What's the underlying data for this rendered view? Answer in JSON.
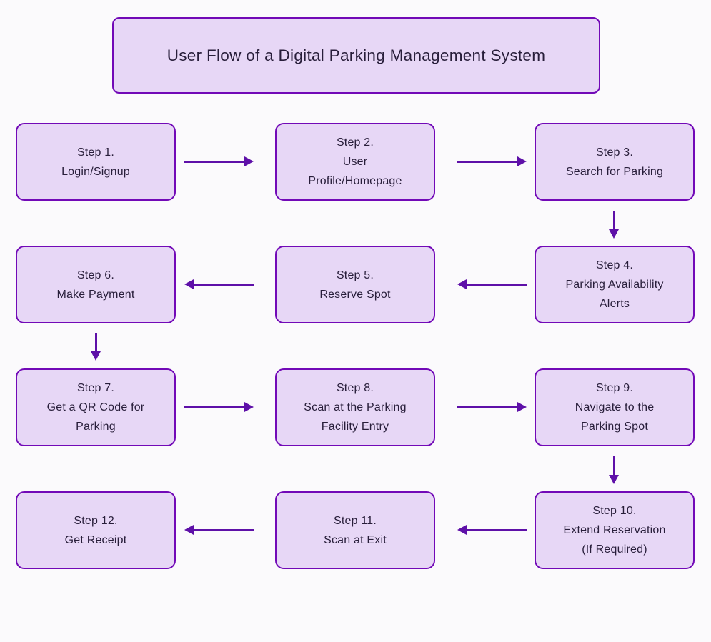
{
  "title": "User Flow of a Digital Parking Management System",
  "colors": {
    "background": "#FBFAFC",
    "node_fill": "#E7D7F6",
    "node_border": "#7209B7",
    "arrow": "#5E10A8",
    "text": "#281E3A"
  },
  "steps": [
    {
      "id": 1,
      "label": "Step 1.\nLogin/Signup"
    },
    {
      "id": 2,
      "label": "Step 2.\nUser\nProfile/Homepage"
    },
    {
      "id": 3,
      "label": "Step 3.\nSearch for Parking"
    },
    {
      "id": 4,
      "label": "Step 4.\nParking Availability\nAlerts"
    },
    {
      "id": 5,
      "label": "Step 5.\nReserve Spot"
    },
    {
      "id": 6,
      "label": "Step 6.\nMake Payment"
    },
    {
      "id": 7,
      "label": "Step 7.\nGet a QR Code for\nParking"
    },
    {
      "id": 8,
      "label": "Step 8.\nScan at the Parking\nFacility Entry"
    },
    {
      "id": 9,
      "label": "Step 9.\nNavigate to the\nParking Spot"
    },
    {
      "id": 10,
      "label": "Step 10.\nExtend Reservation\n(If Required)"
    },
    {
      "id": 11,
      "label": "Step 11.\nScan at Exit"
    },
    {
      "id": 12,
      "label": "Step 12.\nGet Receipt"
    }
  ],
  "connections": [
    {
      "from": 1,
      "to": 2,
      "direction": "right"
    },
    {
      "from": 2,
      "to": 3,
      "direction": "right"
    },
    {
      "from": 3,
      "to": 4,
      "direction": "down"
    },
    {
      "from": 4,
      "to": 5,
      "direction": "left"
    },
    {
      "from": 5,
      "to": 6,
      "direction": "left"
    },
    {
      "from": 6,
      "to": 7,
      "direction": "down"
    },
    {
      "from": 7,
      "to": 8,
      "direction": "right"
    },
    {
      "from": 8,
      "to": 9,
      "direction": "right"
    },
    {
      "from": 9,
      "to": 10,
      "direction": "down"
    },
    {
      "from": 10,
      "to": 11,
      "direction": "left"
    },
    {
      "from": 11,
      "to": 12,
      "direction": "left"
    }
  ]
}
